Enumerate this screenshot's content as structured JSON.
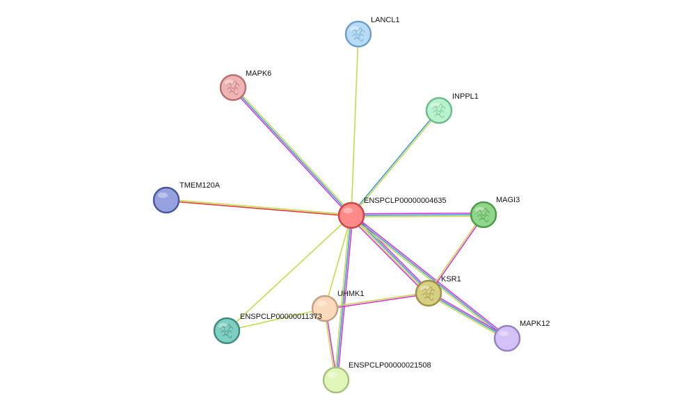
{
  "network": {
    "nodes": [
      {
        "id": "ENSPCLP00000004635",
        "label": "ENSPCLP00000004635",
        "color": "#ff8a8a",
        "stroke": "#cc4444",
        "icon": "none"
      },
      {
        "id": "LANCL1",
        "label": "LANCL1",
        "color": "#b8dcf5",
        "stroke": "#6d9fc8",
        "icon": "protein-structure-icon"
      },
      {
        "id": "MAPK6",
        "label": "MAPK6",
        "color": "#f0b4b4",
        "stroke": "#b77070",
        "icon": "protein-structure-icon"
      },
      {
        "id": "INPPL1",
        "label": "INPPL1",
        "color": "#b9f2cf",
        "stroke": "#6cbb88",
        "icon": "protein-structure-icon"
      },
      {
        "id": "TMEM120A",
        "label": "TMEM120A",
        "color": "#96a2e0",
        "stroke": "#4a579d",
        "icon": "none"
      },
      {
        "id": "MAGI3",
        "label": "MAGI3",
        "color": "#8fd68a",
        "stroke": "#4e9a49",
        "icon": "protein-structure-icon"
      },
      {
        "id": "KSR1",
        "label": "KSR1",
        "color": "#d7cf82",
        "stroke": "#9d9145",
        "icon": "protein-structure-icon"
      },
      {
        "id": "UHMK1",
        "label": "UHMK1",
        "color": "#fbd9bd",
        "stroke": "#c6a07e",
        "icon": "none"
      },
      {
        "id": "ENSPCLP00000011373",
        "label": "ENSPCLP00000011373",
        "color": "#7fcfc2",
        "stroke": "#3f8b80",
        "icon": "protein-structure-icon"
      },
      {
        "id": "MAPK12",
        "label": "MAPK12",
        "color": "#d4c1f7",
        "stroke": "#9682c2",
        "icon": "none"
      },
      {
        "id": "ENSPCLP00000021508",
        "label": "ENSPCLP00000021508",
        "color": "#e1f7b9",
        "stroke": "#a7c27d",
        "icon": "none"
      }
    ],
    "edges": [
      {
        "source": "ENSPCLP00000004635",
        "target": "LANCL1",
        "colors": [
          "#c6d94a"
        ]
      },
      {
        "source": "ENSPCLP00000004635",
        "target": "MAPK6",
        "colors": [
          "#d535d5",
          "#3a9ad9",
          "#c6d94a"
        ]
      },
      {
        "source": "ENSPCLP00000004635",
        "target": "INPPL1",
        "colors": [
          "#3a9ad9",
          "#c6d94a"
        ]
      },
      {
        "source": "ENSPCLP00000004635",
        "target": "TMEM120A",
        "colors": [
          "#e03a3a",
          "#c6d94a"
        ]
      },
      {
        "source": "ENSPCLP00000004635",
        "target": "MAGI3",
        "colors": [
          "#d535d5",
          "#3a9ad9",
          "#c6d94a"
        ]
      },
      {
        "source": "ENSPCLP00000004635",
        "target": "KSR1",
        "colors": [
          "#d535d5",
          "#3a9ad9",
          "#c6d94a",
          "#d535d5"
        ]
      },
      {
        "source": "ENSPCLP00000004635",
        "target": "MAPK12",
        "colors": [
          "#d535d5",
          "#3a9ad9",
          "#c6d94a"
        ]
      },
      {
        "source": "ENSPCLP00000004635",
        "target": "UHMK1",
        "colors": [
          "#c6d94a"
        ]
      },
      {
        "source": "ENSPCLP00000004635",
        "target": "ENSPCLP00000011373",
        "colors": [
          "#c6d94a"
        ]
      },
      {
        "source": "ENSPCLP00000004635",
        "target": "ENSPCLP00000021508",
        "colors": [
          "#d535d5",
          "#3a9ad9",
          "#c6d94a"
        ]
      },
      {
        "source": "MAGI3",
        "target": "KSR1",
        "colors": [
          "#d535d5",
          "#c6d94a"
        ]
      },
      {
        "source": "KSR1",
        "target": "MAPK12",
        "colors": [
          "#d535d5",
          "#3a9ad9",
          "#c6d94a"
        ]
      },
      {
        "source": "KSR1",
        "target": "UHMK1",
        "colors": [
          "#d535d5",
          "#c6d94a"
        ]
      },
      {
        "source": "UHMK1",
        "target": "ENSPCLP00000011373",
        "colors": [
          "#c6d94a"
        ]
      },
      {
        "source": "UHMK1",
        "target": "ENSPCLP00000021508",
        "colors": [
          "#d535d5",
          "#c6d94a"
        ]
      }
    ]
  }
}
